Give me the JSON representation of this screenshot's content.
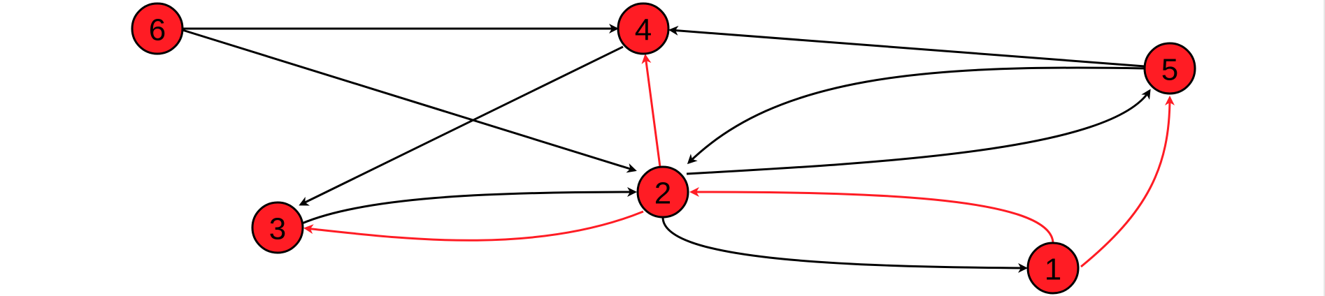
{
  "diagram": {
    "nodes": [
      {
        "id": "6",
        "label": "6"
      },
      {
        "id": "4",
        "label": "4"
      },
      {
        "id": "5",
        "label": "5"
      },
      {
        "id": "2",
        "label": "2"
      },
      {
        "id": "3",
        "label": "3"
      },
      {
        "id": "1",
        "label": "1"
      }
    ],
    "edges": [
      {
        "from": "6",
        "to": "4",
        "color": "#000000"
      },
      {
        "from": "6",
        "to": "2",
        "color": "#000000"
      },
      {
        "from": "4",
        "to": "3",
        "color": "#000000"
      },
      {
        "from": "5",
        "to": "4",
        "color": "#000000"
      },
      {
        "from": "5",
        "to": "2",
        "color": "#000000"
      },
      {
        "from": "2",
        "to": "5",
        "color": "#000000"
      },
      {
        "from": "3",
        "to": "2",
        "color": "#000000"
      },
      {
        "from": "2",
        "to": "1",
        "color": "#000000"
      },
      {
        "from": "2",
        "to": "4",
        "color": "#ff1c24"
      },
      {
        "from": "2",
        "to": "3",
        "color": "#ff1c24"
      },
      {
        "from": "1",
        "to": "2",
        "color": "#ff1c24"
      },
      {
        "from": "1",
        "to": "5",
        "color": "#ff1c24"
      }
    ],
    "node_fill": "#ff1c24",
    "node_stroke": "#000000"
  }
}
